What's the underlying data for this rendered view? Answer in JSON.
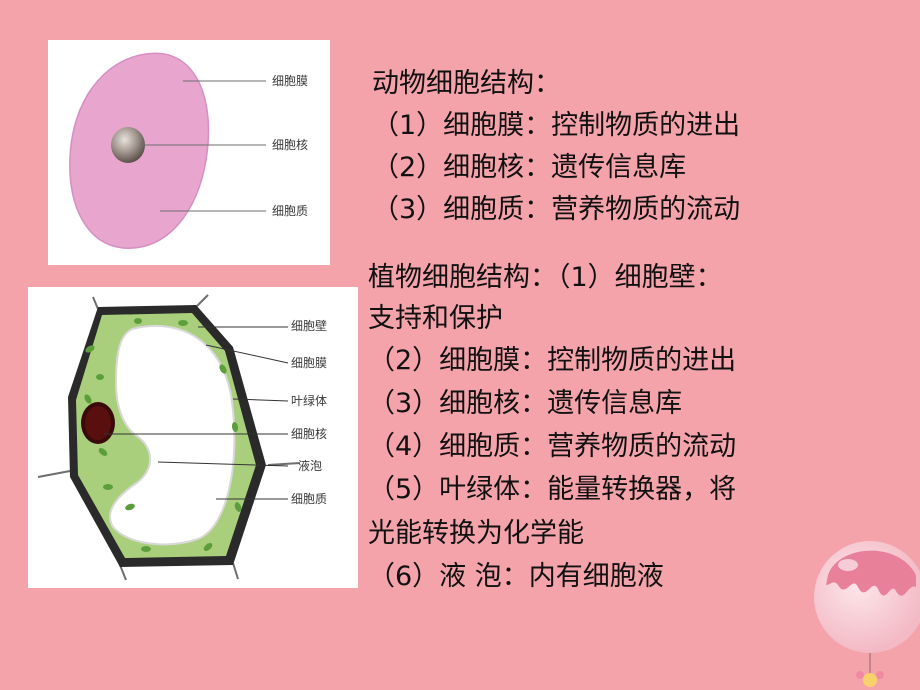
{
  "animal": {
    "labels": {
      "membrane": "细胞膜",
      "nucleus": "细胞核",
      "cytoplasm": "细胞质"
    },
    "heading": "动物细胞结构：",
    "items": [
      "（1）细胞膜：控制物质的进出",
      "（2）细胞核：遗传信息库",
      "（3）细胞质：营养物质的流动"
    ]
  },
  "plant": {
    "labels": {
      "wall": "细胞壁",
      "membrane": "细胞膜",
      "chloroplast": "叶绿体",
      "nucleus": "细胞核",
      "vacuole": "液泡",
      "cytoplasm": "细胞质"
    },
    "lines": [
      "植物细胞结构：（1）细胞壁：",
      "支持和保护",
      "（2）细胞膜：控制物质的进出",
      "（3）细胞核：遗传信息库",
      "（4）细胞质：营养物质的流动",
      "（5）叶绿体：能量转换器，将",
      "光能转换为化学能",
      "（6）液  泡：内有细胞液"
    ]
  },
  "colors": {
    "background": "#f4a3ab",
    "animal_cell_fill": "#e8a6cf",
    "plant_cytoplasm": "#a9cf7c",
    "vacuole": "#ffffff"
  },
  "decoration": {
    "icon": "ice-cream-balloon-icon"
  }
}
